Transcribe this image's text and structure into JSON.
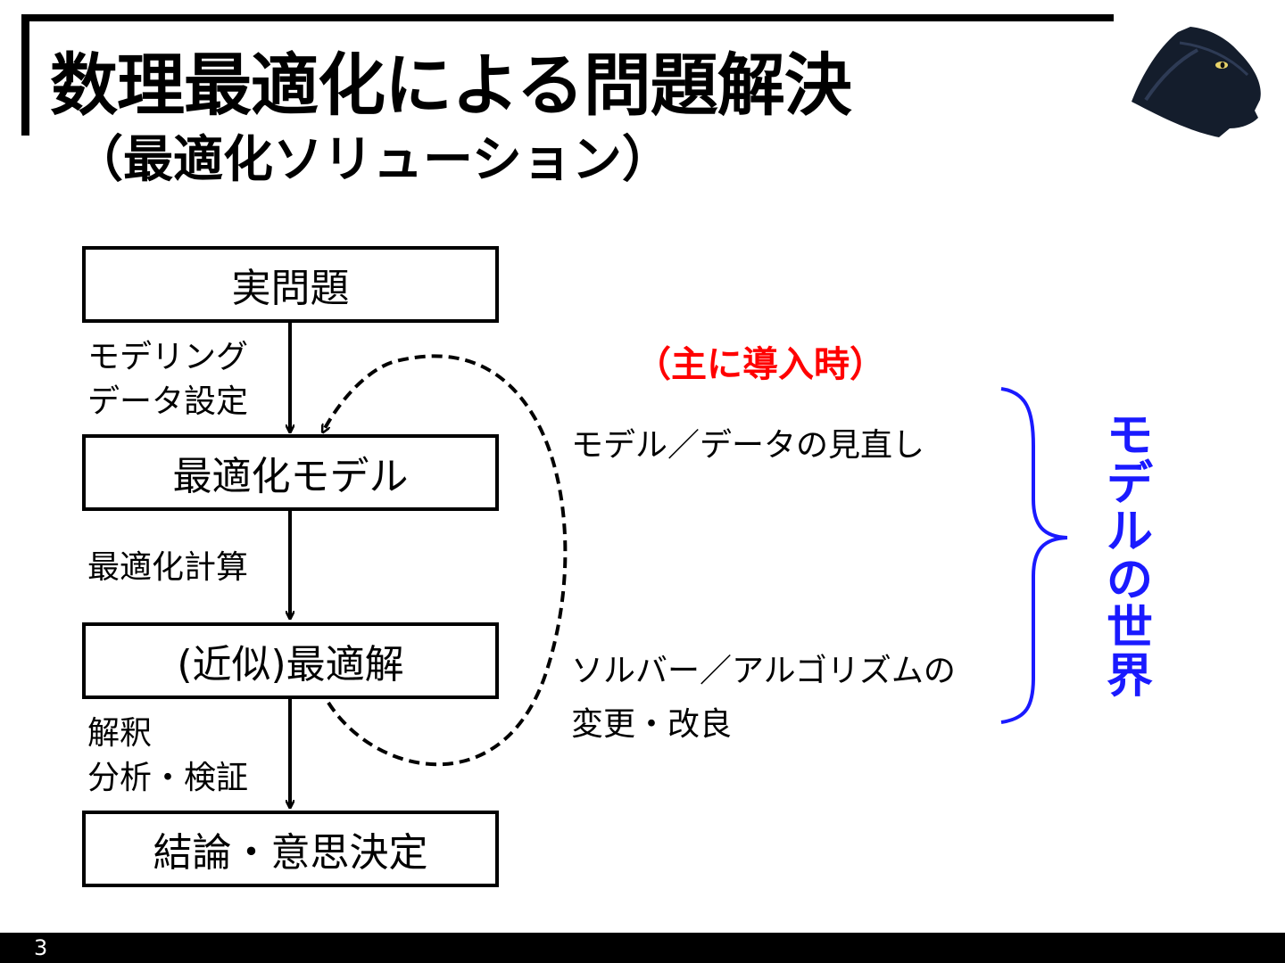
{
  "slide": {
    "title": "数理最適化による問題解決",
    "subtitle": "（最適化ソリューション）",
    "page_number": "3"
  },
  "flow": {
    "boxes": [
      "実問題",
      "最適化モデル",
      "(近似)最適解",
      "結論・意思決定"
    ],
    "step1": [
      "モデリング",
      "データ設定"
    ],
    "step2": [
      "最適化計算"
    ],
    "step3": [
      "解釈",
      "分析・検証"
    ]
  },
  "feedback": {
    "note": "（主に導入時）",
    "item1": "モデル／データの見直し",
    "item2_line1": "ソルバー／アルゴリズムの",
    "item2_line2": "変更・改良",
    "group_label": [
      "モ",
      "デ",
      "ル",
      "の",
      "世",
      "界"
    ]
  },
  "colors": {
    "accent_red": "#ff0000",
    "accent_blue": "#1a1aff"
  },
  "icons": {
    "logo": "panther-head-icon"
  }
}
